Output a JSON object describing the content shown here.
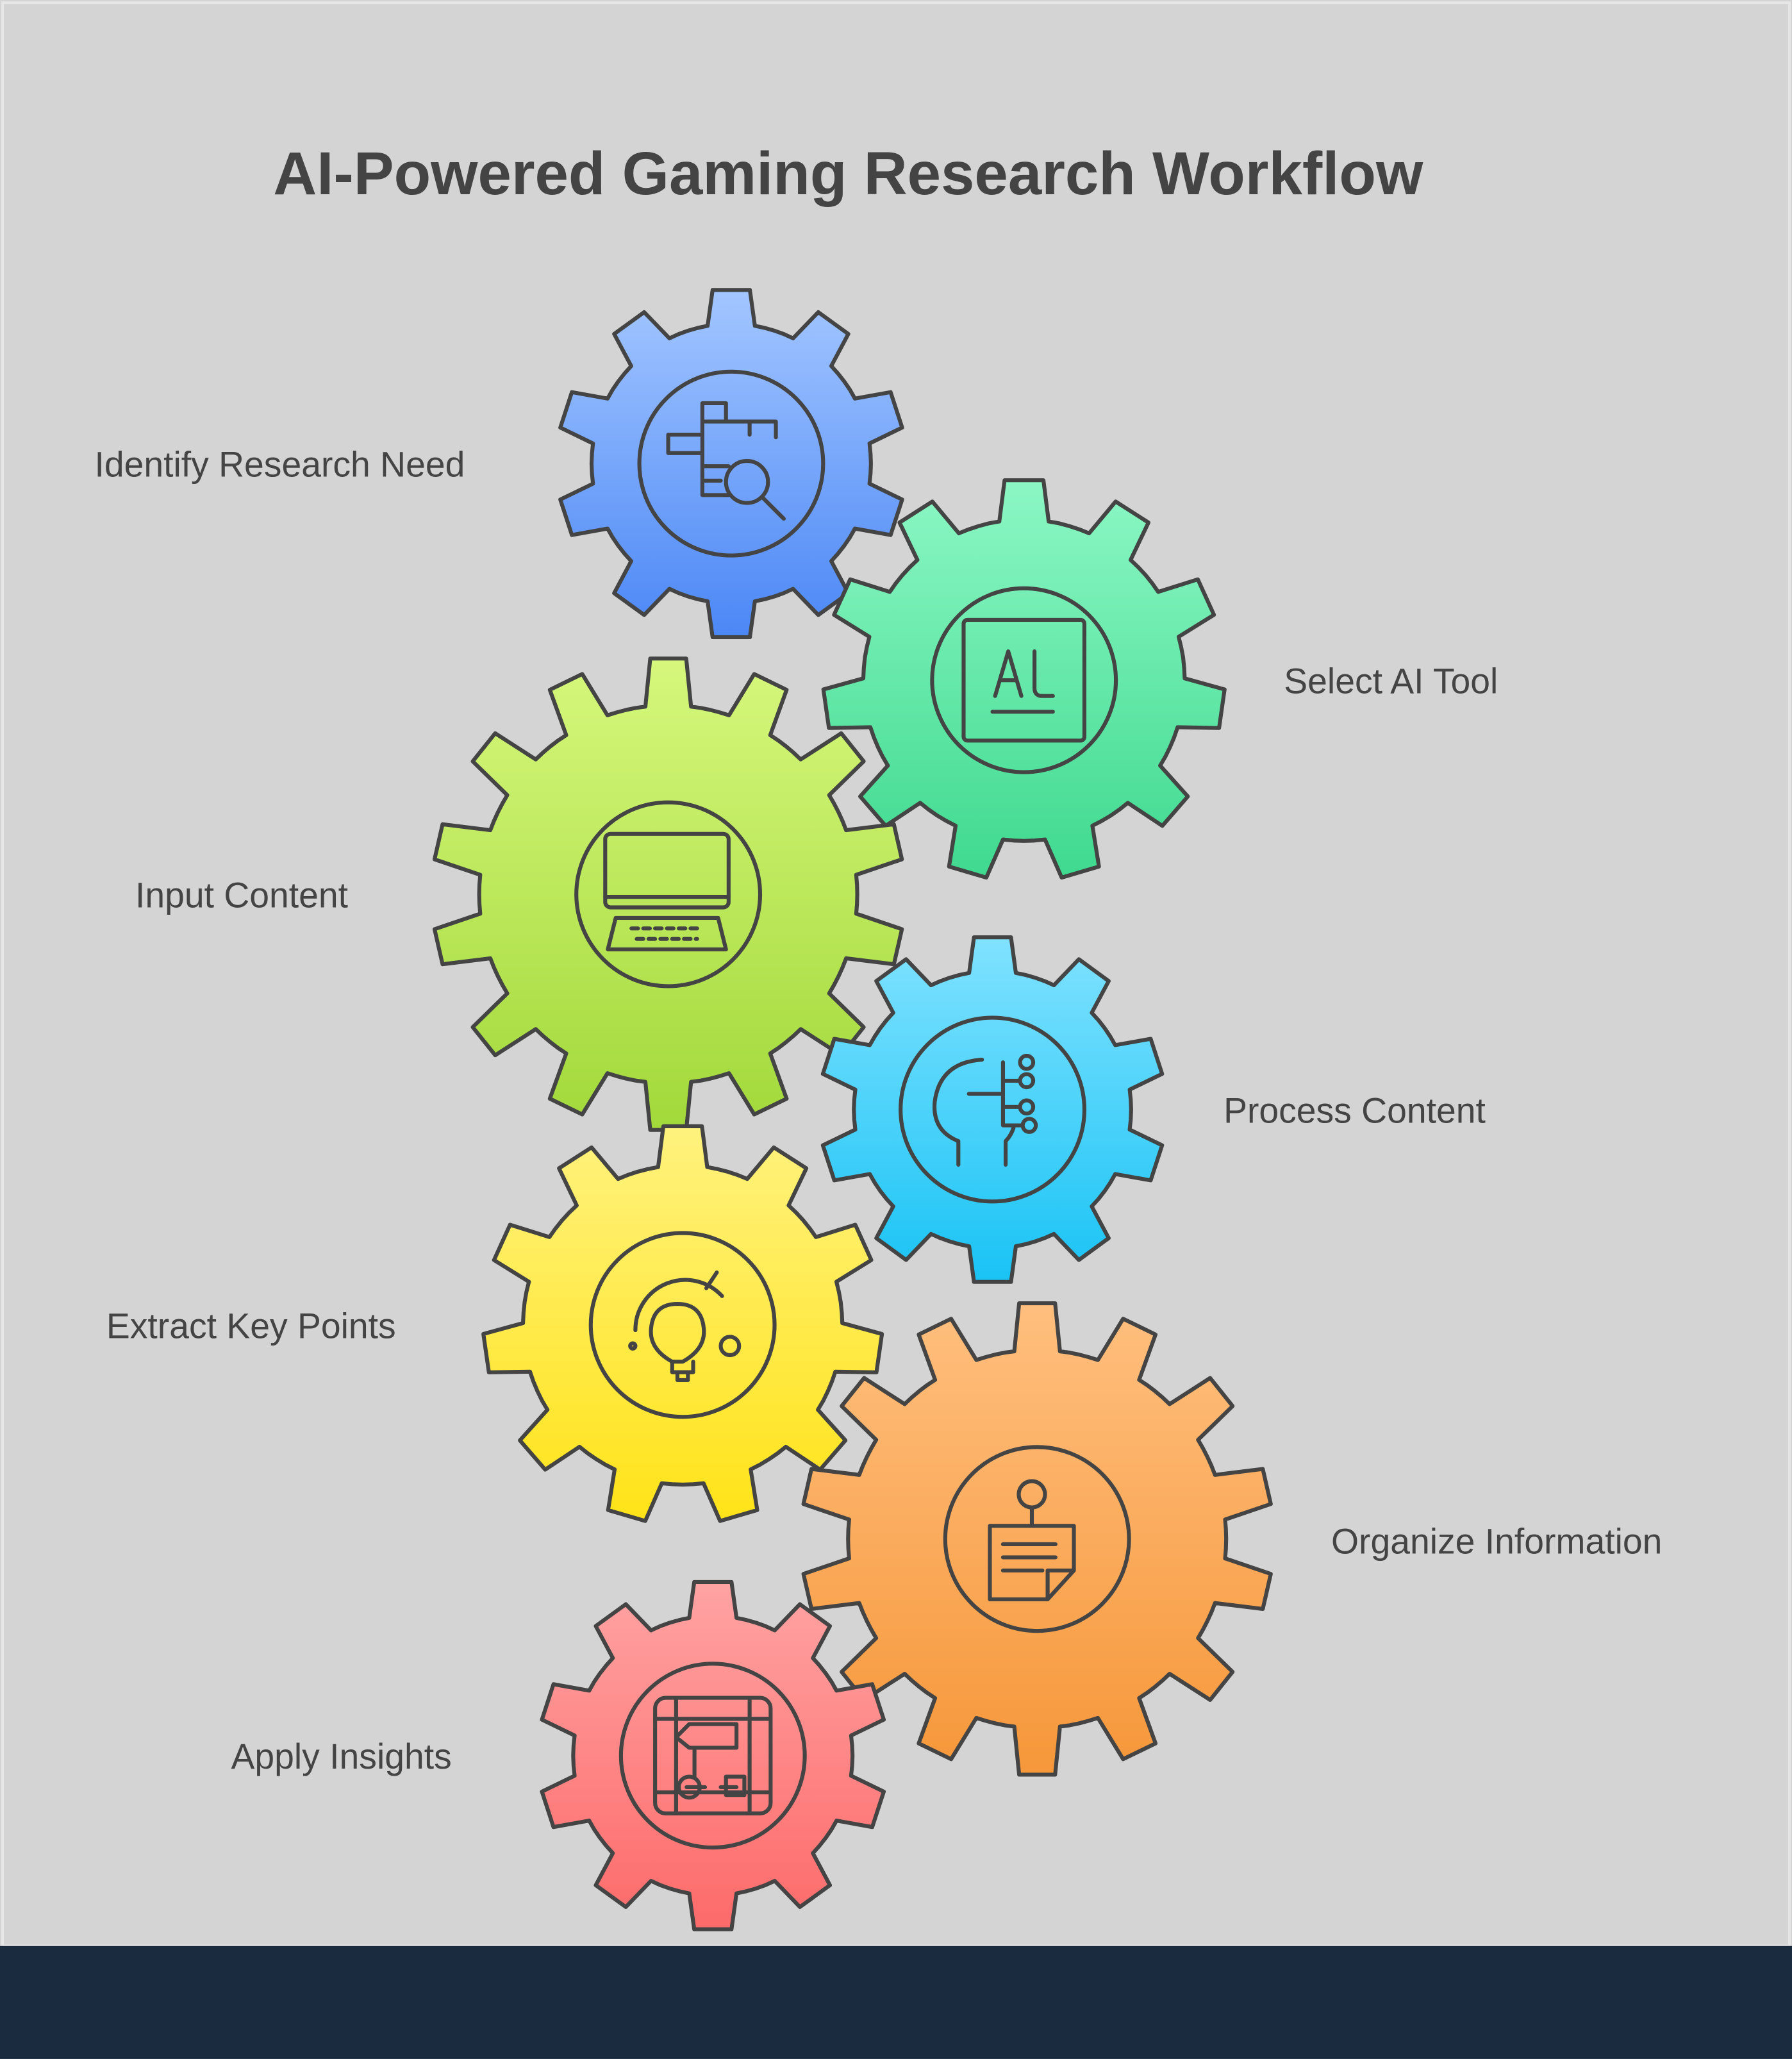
{
  "title": "AI-Powered Gaming Research Workflow",
  "steps": [
    {
      "label": "Identify Research Need",
      "icon": "search-grid-icon",
      "color_top": "#a3c6ff",
      "color_bottom": "#4b87f6"
    },
    {
      "label": "Select AI Tool",
      "icon": "ai-chip-icon",
      "color_top": "#8cf7c4",
      "color_bottom": "#3fd98f"
    },
    {
      "label": "Input Content",
      "icon": "laptop-icon",
      "color_top": "#d6f77c",
      "color_bottom": "#a2d93a"
    },
    {
      "label": "Process Content",
      "icon": "ai-head-icon",
      "color_top": "#80e2ff",
      "color_bottom": "#19c3f5"
    },
    {
      "label": "Extract Key Points",
      "icon": "lightbulb-icon",
      "color_top": "#fff27e",
      "color_bottom": "#ffe318"
    },
    {
      "label": "Organize Information",
      "icon": "pinned-note-icon",
      "color_top": "#ffbf7e",
      "color_bottom": "#f6973a"
    },
    {
      "label": "Apply Insights",
      "icon": "flowchart-icon",
      "color_top": "#ffa3a3",
      "color_bottom": "#fd6a6a"
    }
  ],
  "footer_color": "#1a2a3f"
}
